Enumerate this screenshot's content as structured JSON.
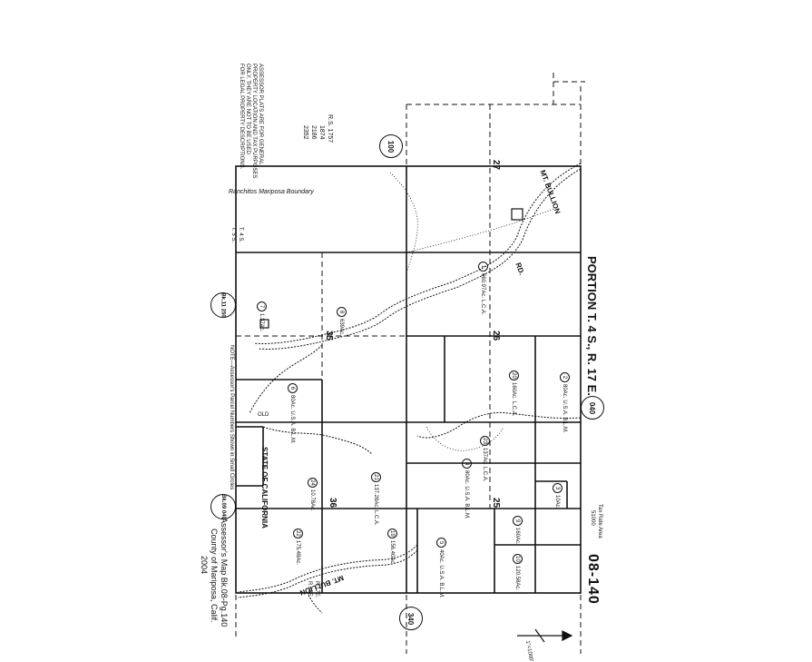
{
  "header": {
    "map_number": "08-140",
    "portion": "PORTION T. 4 S., R. 17 E.",
    "tax_rate_area_label": "Tax Rate Area",
    "tax_rate_area_code": "51000"
  },
  "title_block": {
    "line1": "Assessor's Map Bk.08-Pg.140",
    "line2": "County of Mariposa, Calif.",
    "line3": "2004"
  },
  "disclaimer": {
    "line1": "ASSESSOR PLATS ARE FOR GENERAL",
    "line2": "PROPERTY LOCATION AND TAX PURPOSES",
    "line3": "ONLY. THEY ARE NOT TO BE USED",
    "line4": "FOR LEGAL PROPERTY DESCRIPTIONS."
  },
  "record_surveys": {
    "line1": "R.S. 1757",
    "line2": "1874",
    "line3": "2186",
    "line4": "2352"
  },
  "boundary_label": "Ranchitos Mariposa Boundary",
  "township_labels": {
    "t4s": "T. 4 S.",
    "t5s": "T. 5 S.",
    "r17e": "R.17E.",
    "r18e": "R.18E."
  },
  "note": "NOTE—Assessor's Parcel Numbers Shown in Small Circles",
  "sections": {
    "s27": "27",
    "s26": "26",
    "s25": "25",
    "s36": "36",
    "s35": "35"
  },
  "adjacent_maps": {
    "m100": "100",
    "m040": "040",
    "m340": "340",
    "bk11": "Bk.11 250",
    "bk09": "Bk.09 040"
  },
  "roads": {
    "mt_bullion_top": "MT. BULLION",
    "mt_bullion_bottom": "MT. BULLION",
    "road_rd": "RD.",
    "old_road": "OLD"
  },
  "state_label": "STATE OF CALIFORNIA",
  "parcels": {
    "p1": {
      "num": "1",
      "area": "660.97Ac.",
      "owner": "L.C.A."
    },
    "p2": {
      "num": "2",
      "area": "80Ac.",
      "owner": "U.S.A. B.L.M."
    },
    "p3": {
      "num": "3",
      "area": "10Ac."
    },
    "p4": {
      "num": "4",
      "area": "80Ac.",
      "owner": "U.S.A. B.L.M."
    },
    "p5": {
      "num": "5",
      "area": "40Ac.",
      "owner": "U.S.A. B.L.M."
    },
    "p6": {
      "num": "6",
      "area": "80Ac.",
      "owner": "U.S.A. B.L.M."
    },
    "p7": {
      "num": "7",
      "area": "1.37Ac."
    },
    "p8": {
      "num": "8",
      "area": "639Ac."
    },
    "p9": {
      "num": "9",
      "area": "160Ac."
    },
    "p10": {
      "num": "10",
      "area": "120.58Ac."
    },
    "p19": {
      "num": "19",
      "area": "156.40Ac."
    },
    "p20": {
      "num": "20",
      "area": "160Ac.",
      "owner": "L.C.A."
    },
    "p21": {
      "num": "21",
      "area": "137.28Ac.",
      "owner": "L.C.A."
    },
    "p22": {
      "num": "22",
      "area": "175.48Ac."
    },
    "p23": {
      "num": "23",
      "area": "137Ac.",
      "owner": "L.C.A."
    },
    "p24": {
      "num": "24",
      "area": "10.78Ac."
    }
  },
  "scale_note": "1\"=1000'",
  "colors": {
    "ink": "#111111",
    "paper": "#ffffff"
  }
}
